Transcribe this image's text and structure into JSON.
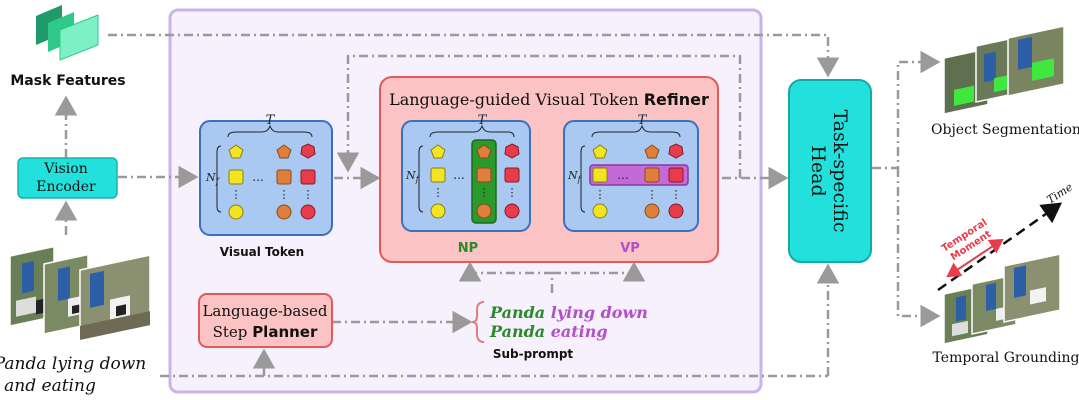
{
  "mask_features": "Mask Features",
  "vision_encoder": [
    "Vision",
    "Encoder"
  ],
  "input_query": [
    "Panda lying down",
    "and eating"
  ],
  "visual_token_label": "Visual Token",
  "refiner_title_prefix": "Language-guided Visual Token",
  "refiner_title_bold": "Refiner",
  "np_label": "NP",
  "vp_label": "VP",
  "planner": [
    "Language-based",
    "Step",
    "Planner"
  ],
  "subprompt_1": [
    "Panda",
    "lying down"
  ],
  "subprompt_2": [
    "Panda",
    "eating"
  ],
  "subprompt_label": "Sub-prompt",
  "head": [
    "Task-specific",
    "Head"
  ],
  "object_segmentation": "Object Segmentation",
  "temporal_grounding": "Temporal Grounding",
  "temporal_moment": [
    "Temporal",
    "Moment"
  ],
  "time_label": "Time",
  "t_label": "T",
  "nf_label": "N",
  "nf_sub": "f",
  "ellipsis": "...",
  "colors": {
    "outer_frame": "#c9b3ef",
    "refiner_fill": "#fbc3c3",
    "refiner_stroke": "#e05a5a",
    "token_fill": "#a9c8f2",
    "token_stroke": "#3d6fbf",
    "np_green": "#2a8a2a",
    "vp_purple": "#b24fc9",
    "head_fill": "#22e0dc",
    "arrow_gray": "#9a9a9a",
    "yellow": "#f2e421",
    "orange": "#e07f3c",
    "red": "#e83c4c"
  }
}
